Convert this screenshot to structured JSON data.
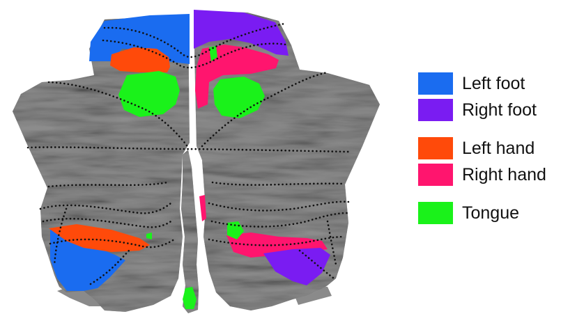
{
  "legend": {
    "items": [
      {
        "label": "Left foot",
        "color": "#1A6CF0"
      },
      {
        "label": "Right foot",
        "color": "#7A1CF2"
      },
      {
        "label": "Left hand",
        "color": "#FF4A0A"
      },
      {
        "label": "Right hand",
        "color": "#FF156E"
      },
      {
        "label": "Tongue",
        "color": "#1AF21A"
      }
    ]
  },
  "map": {
    "surface_color": "#8A8A8A",
    "boundary_style": "dotted black lines",
    "regions": [
      {
        "name": "left-foot-upper",
        "category": "Left foot"
      },
      {
        "name": "right-foot-upper",
        "category": "Right foot"
      },
      {
        "name": "left-hand-upper",
        "category": "Left hand"
      },
      {
        "name": "right-hand-upper",
        "category": "Right hand"
      },
      {
        "name": "tongue-left-upper",
        "category": "Tongue"
      },
      {
        "name": "tongue-right-upper",
        "category": "Tongue"
      },
      {
        "name": "left-foot-lower",
        "category": "Left foot"
      },
      {
        "name": "left-hand-lower",
        "category": "Left hand"
      },
      {
        "name": "right-foot-lower",
        "category": "Right foot"
      },
      {
        "name": "right-hand-lower",
        "category": "Right hand"
      },
      {
        "name": "tongue-lower",
        "category": "Tongue"
      },
      {
        "name": "tongue-vermis",
        "category": "Tongue"
      }
    ]
  }
}
